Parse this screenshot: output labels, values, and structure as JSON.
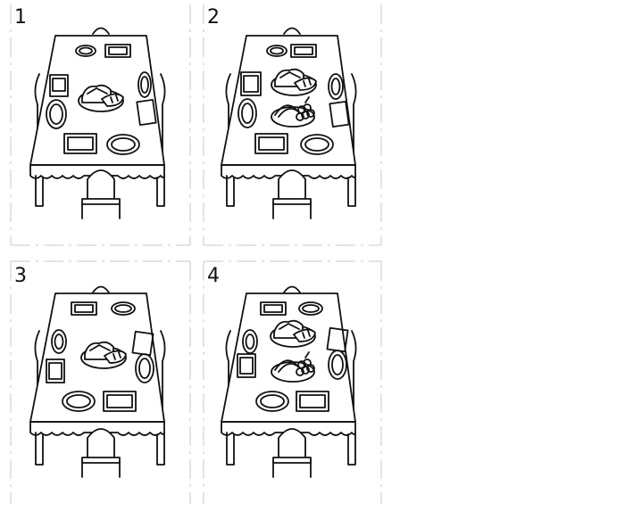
{
  "panels": [
    {
      "number": "1",
      "items": [
        "bread"
      ]
    },
    {
      "number": "2",
      "items": [
        "bread",
        "fruit"
      ]
    },
    {
      "number": "3",
      "items": [
        "bread"
      ]
    },
    {
      "number": "4",
      "items": [
        "bread",
        "fruit"
      ]
    }
  ],
  "colors": {
    "ink": "#111111",
    "paper": "#ffffff",
    "frame": "#c8c8c8"
  }
}
